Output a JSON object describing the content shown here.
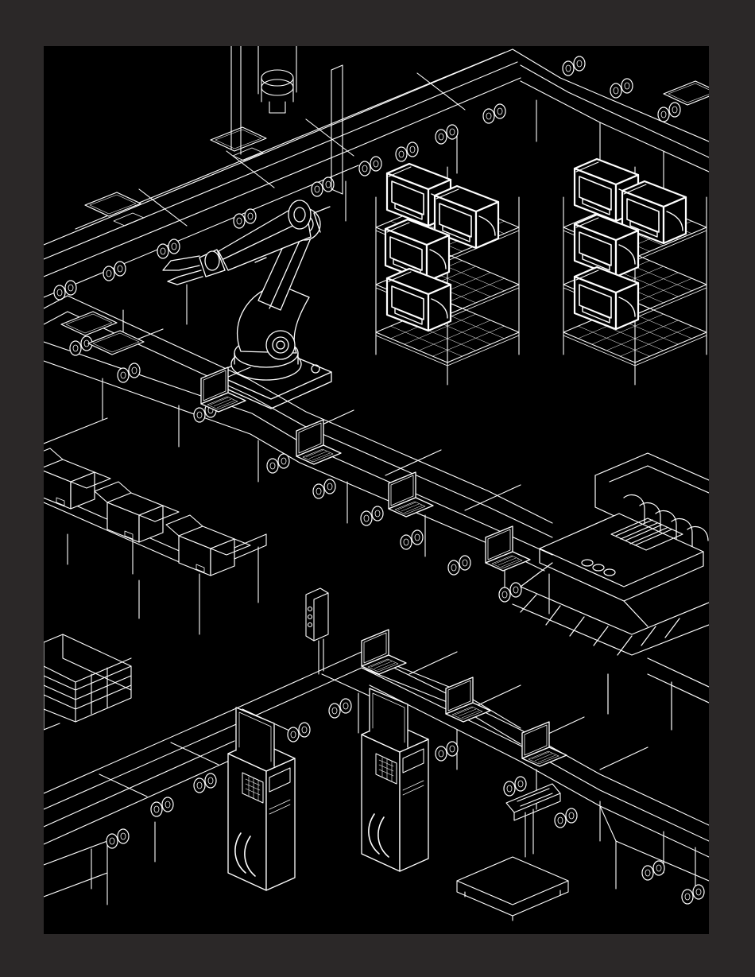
{
  "colors": {
    "frame": "#2b2828",
    "background": "#000000",
    "line": "#ffffff"
  },
  "illustration": {
    "style": "isometric-line-art",
    "subjects": [
      "conveyor-belt",
      "robotic-arm",
      "laptop",
      "printer",
      "wire-shelf",
      "cardboard-box",
      "workbench",
      "control-terminal",
      "weighing-scale",
      "control-box",
      "packaging-machine",
      "pallet"
    ]
  }
}
